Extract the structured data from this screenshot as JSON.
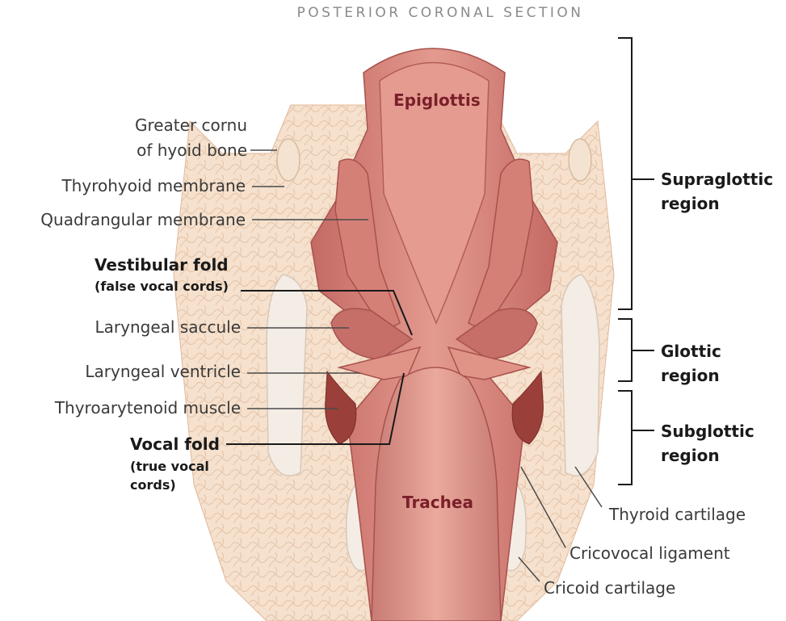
{
  "title": "POSTERIOR CORONAL SECTION",
  "structures": {
    "epiglottis": "Epiglottis",
    "trachea": "Trachea"
  },
  "left_labels": {
    "greater_cornu_line1": "Greater cornu",
    "greater_cornu_line2": "of hyoid bone",
    "thyrohyoid_membrane": "Thyrohyoid membrane",
    "quadrangular_membrane": "Quadrangular membrane",
    "vestibular_fold": "Vestibular fold",
    "vestibular_fold_sub": "(false vocal cords)",
    "laryngeal_saccule": "Laryngeal saccule",
    "laryngeal_ventricle": "Laryngeal ventricle",
    "thyroarytenoid_muscle": "Thyroarytenoid muscle",
    "vocal_fold": "Vocal fold",
    "vocal_fold_sub_line1": "(true vocal",
    "vocal_fold_sub_line2": "cords)"
  },
  "right_labels": {
    "thyroid_cartilage": "Thyroid cartilage",
    "cricovocal_ligament": "Cricovocal ligament",
    "cricoid_cartilage": "Cricoid cartilage"
  },
  "regions": {
    "supraglottic_line1": "Supraglottic",
    "supraglottic_line2": "region",
    "glottic_line1": "Glottic",
    "glottic_line2": "region",
    "subglottic_line1": "Subglottic",
    "subglottic_line2": "region"
  },
  "colors": {
    "mucosa": "#d9837b",
    "mucosa_dark": "#b85f5a",
    "tissue": "#f3dcc7",
    "cartilage": "#f4ede6",
    "muscle": "#9a3f3a",
    "leader_line": "#4a4a4a"
  }
}
